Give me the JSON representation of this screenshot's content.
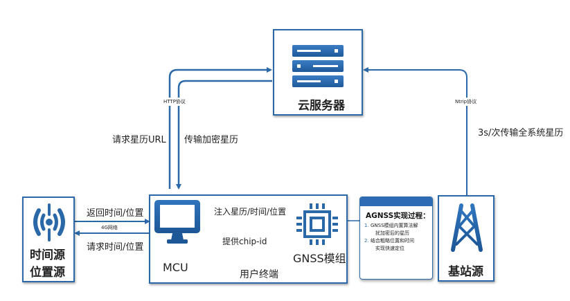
{
  "colors": {
    "primary": "#2a68a8",
    "accent": "#2d6cb4",
    "text": "#222222"
  },
  "nodes": {
    "cloud_server": {
      "label": "云服务器",
      "icon": "server-rack-icon"
    },
    "time_source": {
      "label_line1": "时间源",
      "label_line2": "位置源",
      "icon": "wireless-signal-icon"
    },
    "user_terminal": {
      "label": "用户终端"
    },
    "mcu": {
      "label": "MCU",
      "icon": "monitor-icon"
    },
    "gnss_module": {
      "label": "GNSS模组",
      "icon": "chip-icon"
    },
    "base_station": {
      "label": "基站源",
      "icon": "transmission-tower-icon"
    }
  },
  "edges": {
    "http_protocol": "HTTP协议",
    "request_ephemeris_url": "请求星历URL",
    "transfer_encrypted_ephemeris": "传输加密星历",
    "ntrip_protocol": "Ntrip协议",
    "ephemeris_interval": "3s/次传输全系统星历",
    "return_time_position": "返回时间/位置",
    "network_4g": "4G网络",
    "request_time_position": "请求时间/位置",
    "inject_data": "注入星历/时间/位置",
    "provide_chip_id": "提供chip-id"
  },
  "note": {
    "title": "AGNSS实现过程：",
    "items": [
      {
        "num": "1.",
        "line1": "GNSS模组内置算法解",
        "line2": "扰加密后的星历"
      },
      {
        "num": "2.",
        "line1": "结合粗略位置和时间",
        "line2": "实现快速定位"
      }
    ]
  }
}
